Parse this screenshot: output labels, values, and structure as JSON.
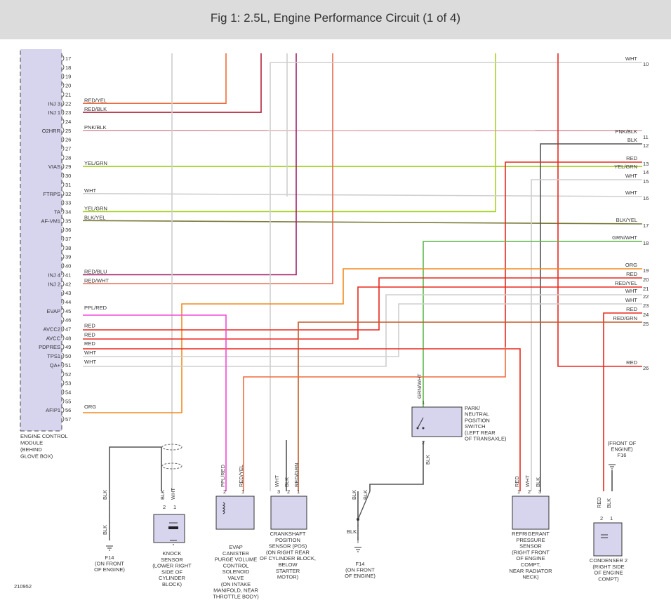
{
  "title": "Fig 1: 2.5L, Engine Performance Circuit (1 of 4)",
  "figure_id": "210952",
  "ecm": {
    "pins": [
      {
        "num": "17",
        "name": "",
        "wire": ""
      },
      {
        "num": "18",
        "name": "",
        "wire": ""
      },
      {
        "num": "19",
        "name": "",
        "wire": ""
      },
      {
        "num": "20",
        "name": "",
        "wire": ""
      },
      {
        "num": "21",
        "name": "",
        "wire": ""
      },
      {
        "num": "22",
        "name": "INJ 3",
        "wire": "RED/YEL"
      },
      {
        "num": "23",
        "name": "INJ 1",
        "wire": "RED/BLK"
      },
      {
        "num": "24",
        "name": "",
        "wire": ""
      },
      {
        "num": "25",
        "name": "O2HRR",
        "wire": "PNK/BLK"
      },
      {
        "num": "26",
        "name": "",
        "wire": ""
      },
      {
        "num": "27",
        "name": "",
        "wire": ""
      },
      {
        "num": "28",
        "name": "",
        "wire": ""
      },
      {
        "num": "29",
        "name": "VIAS",
        "wire": "YEL/GRN"
      },
      {
        "num": "30",
        "name": "",
        "wire": ""
      },
      {
        "num": "31",
        "name": "",
        "wire": ""
      },
      {
        "num": "32",
        "name": "FTRPS",
        "wire": "WHT"
      },
      {
        "num": "33",
        "name": "",
        "wire": ""
      },
      {
        "num": "34",
        "name": "TA",
        "wire": "YEL/GRN"
      },
      {
        "num": "35",
        "name": "AF-VM1",
        "wire": "BLK/YEL"
      },
      {
        "num": "36",
        "name": "",
        "wire": ""
      },
      {
        "num": "37",
        "name": "",
        "wire": ""
      },
      {
        "num": "38",
        "name": "",
        "wire": ""
      },
      {
        "num": "39",
        "name": "",
        "wire": ""
      },
      {
        "num": "40",
        "name": "",
        "wire": ""
      },
      {
        "num": "41",
        "name": "INJ 4",
        "wire": "RED/BLU"
      },
      {
        "num": "42",
        "name": "INJ 2",
        "wire": "RED/WHT"
      },
      {
        "num": "43",
        "name": "",
        "wire": ""
      },
      {
        "num": "44",
        "name": "",
        "wire": ""
      },
      {
        "num": "45",
        "name": "EVAP",
        "wire": "PPL/RED"
      },
      {
        "num": "46",
        "name": "",
        "wire": ""
      },
      {
        "num": "47",
        "name": "AVCC2",
        "wire": "RED"
      },
      {
        "num": "48",
        "name": "AVCC",
        "wire": "RED"
      },
      {
        "num": "49",
        "name": "PDPRES",
        "wire": "RED"
      },
      {
        "num": "50",
        "name": "TPS1",
        "wire": "WHT"
      },
      {
        "num": "51",
        "name": "QA+",
        "wire": "WHT"
      },
      {
        "num": "52",
        "name": "",
        "wire": ""
      },
      {
        "num": "53",
        "name": "",
        "wire": ""
      },
      {
        "num": "54",
        "name": "",
        "wire": ""
      },
      {
        "num": "55",
        "name": "",
        "wire": ""
      },
      {
        "num": "56",
        "name": "AFIP1",
        "wire": "ORG"
      },
      {
        "num": "57",
        "name": "",
        "wire": ""
      }
    ],
    "caption": [
      "ENGINE CONTROL",
      "MODULE",
      "(BEHIND",
      "GLOVE BOX)"
    ]
  },
  "connectors_right": [
    {
      "num": "10",
      "wire": "WHT"
    },
    {
      "num": "11",
      "wire": "PNK/BLK"
    },
    {
      "num": "12",
      "wire": "BLK"
    },
    {
      "num": "13",
      "wire": "RED"
    },
    {
      "num": "14",
      "wire": "YEL/GRN"
    },
    {
      "num": "15",
      "wire": "WHT"
    },
    {
      "num": "16",
      "wire": "WHT"
    },
    {
      "num": "17",
      "wire": "BLK/YEL"
    },
    {
      "num": "18",
      "wire": "GRN/WHT"
    },
    {
      "num": "19",
      "wire": "ORG"
    },
    {
      "num": "20",
      "wire": "RED"
    },
    {
      "num": "21",
      "wire": "RED/YEL"
    },
    {
      "num": "22",
      "wire": "WHT"
    },
    {
      "num": "23",
      "wire": "WHT"
    },
    {
      "num": "24",
      "wire": "RED"
    },
    {
      "num": "25",
      "wire": "RED/GRN"
    },
    {
      "num": "26",
      "wire": "RED"
    }
  ],
  "components": {
    "ground_f14_left": {
      "wire_top": "BLK",
      "wire_bottom": "BLK",
      "caption": [
        "F14",
        "(ON FRONT",
        "OF ENGINE)"
      ]
    },
    "knock": {
      "pin1": "1",
      "pin2": "2",
      "wire1": "WHT",
      "wire2": "BLK",
      "caption": [
        "KNOCK",
        "SENSOR",
        "(LOWER RIGHT",
        "SIDE OF",
        "CYLINDER",
        "BLOCK)"
      ]
    },
    "evap": {
      "pin1": "1",
      "pin2": "2",
      "wire1": "RED/YEL",
      "wire2": "PPL/RED",
      "caption": [
        "EVAP",
        "CANISTER",
        "PURGE VOLUME",
        "CONTROL",
        "SOLENOID",
        "VALVE",
        "(ON INTAKE",
        "MANIFOLD, NEAR",
        "THROTTLE BODY)"
      ]
    },
    "ckp": {
      "pin1": "1",
      "pin2": "2",
      "pin3": "3",
      "wire1": "RED/GRN",
      "wire2": "BLK",
      "wire3": "WHT",
      "caption": [
        "CRANKSHAFT",
        "POSITION",
        "SENSOR (POS)",
        "(ON RIGHT REAR",
        "OF CYLINDER BLOCK,",
        "BELOW",
        "STARTER",
        "MOTOR)"
      ]
    },
    "ground_f14_mid": {
      "wire1": "BLK",
      "wire2": "BLK",
      "wire3": "BLK",
      "caption": [
        "F14",
        "(ON FRONT",
        "OF ENGINE)"
      ]
    },
    "pnp": {
      "pin1": "1",
      "pin2": "2",
      "wire_top": "GRN/WHT",
      "wire_bottom": "BLK",
      "inner": "NEUTRAL",
      "caption": [
        "PARK/",
        "NEUTRAL",
        "POSITION",
        "SWITCH",
        "(LEFT REAR",
        "OF TRANSAXLE)"
      ]
    },
    "refrig": {
      "pin1": "1",
      "pin2": "2",
      "pin3": "3",
      "wire1": "RED",
      "wire2": "WHT",
      "wire3": "BLK",
      "caption": [
        "REFRIGERANT",
        "PRESSURE",
        "SENSOR",
        "(RIGHT FRONT",
        "OF ENGINE",
        "COMPT,",
        "NEAR RADIATOR",
        "NECK)"
      ]
    },
    "ground_f16": {
      "caption": [
        "(FRONT OF",
        "ENGINE)",
        "F16"
      ]
    },
    "condenser": {
      "pin1": "1",
      "pin2": "2",
      "wire1": "RED",
      "wire2": "BLK",
      "caption": [
        "CONDENSER 2",
        "(RIGHT SIDE",
        "OF ENGINE",
        "COMPT)"
      ]
    }
  },
  "colors": {
    "RED": "#e8281e",
    "RED_YEL": "#f26a3a",
    "RED_BLK": "#b5203a",
    "RED_BLU": "#a0226a",
    "RED_WHT": "#e8684a",
    "RED_GRN": "#c25a2a",
    "PNK_BLK": "#d89aa6",
    "YEL_GRN": "#a8d228",
    "BLK_YEL": "#7a7a3a",
    "WHT": "#cfcfcf",
    "BLK": "#555555",
    "GRN_WHT": "#5cb848",
    "ORG": "#f28a1e",
    "PPL_RED": "#f24ad8",
    "module": "#d7d4ee"
  }
}
